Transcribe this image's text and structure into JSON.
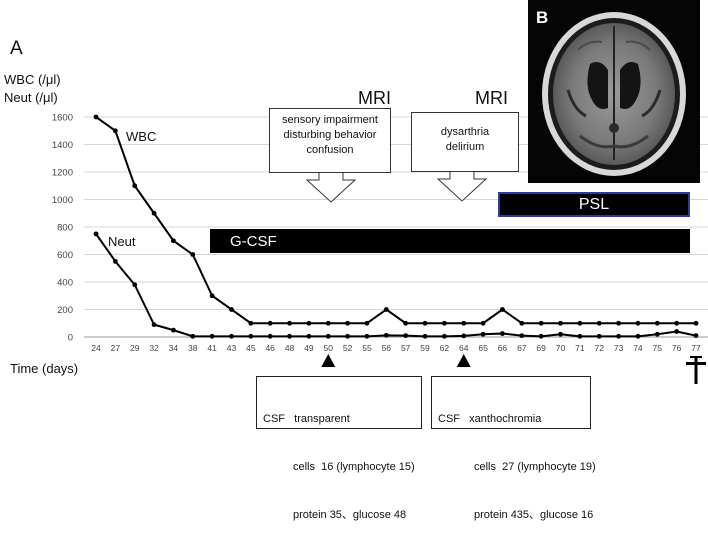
{
  "panel_a_label": "A",
  "panel_b_label": "B",
  "y_unit_wbc": "WBC (/μl)",
  "y_unit_neut": "Neut (/μl)",
  "x_axis_label": "Time (days)",
  "chart_data": {
    "type": "line",
    "title": "",
    "xlabel": "Time (days)",
    "ylabel": "WBC (/μl) / Neut (/μl)",
    "ylim": [
      0,
      1600
    ],
    "yticks": [
      0,
      200,
      400,
      600,
      800,
      1000,
      1200,
      1400,
      1600
    ],
    "categories": [
      "24",
      "27",
      "29",
      "32",
      "34",
      "38",
      "41",
      "43",
      "45",
      "46",
      "48",
      "49",
      "50",
      "52",
      "55",
      "56",
      "57",
      "59",
      "62",
      "64",
      "65",
      "66",
      "67",
      "69",
      "70",
      "71",
      "72",
      "73",
      "74",
      "75",
      "76",
      "77"
    ],
    "grid": "horizontal",
    "series": [
      {
        "name": "WBC",
        "color": "#000000",
        "values": [
          1600,
          1500,
          1100,
          900,
          700,
          600,
          300,
          200,
          100,
          100,
          100,
          100,
          100,
          100,
          100,
          200,
          100,
          100,
          100,
          100,
          100,
          200,
          100,
          100,
          100,
          100,
          100,
          100,
          100,
          100,
          100,
          100
        ]
      },
      {
        "name": "Neut",
        "color": "#000000",
        "values": [
          750,
          550,
          380,
          90,
          50,
          5,
          5,
          5,
          5,
          5,
          5,
          5,
          5,
          5,
          5,
          12,
          10,
          5,
          5,
          8,
          20,
          25,
          10,
          5,
          20,
          5,
          5,
          5,
          5,
          20,
          40,
          10
        ]
      }
    ],
    "events": [
      {
        "type": "arrow-up",
        "at": "50"
      },
      {
        "type": "arrow-up",
        "at": "64"
      },
      {
        "type": "death",
        "at": "77"
      }
    ]
  },
  "annotations": {
    "mri_1": "MRI",
    "mri_2": "MRI",
    "note_1": [
      "sensory impairment",
      "disturbing behavior",
      "confusion"
    ],
    "note_2": [
      "dysarthria",
      "delirium"
    ]
  },
  "treatments": {
    "gcsf": "G-CSF",
    "psl": "PSL"
  },
  "csf_results": [
    {
      "header": "CSF   transparent",
      "lines": [
        "cells  16 (lymphocyte 15)",
        "protein 35、glucose 48"
      ]
    },
    {
      "header": "CSF   xanthochromia",
      "lines": [
        "cells  27 (lymphocyte 19)",
        "protein 435、glucose 16"
      ]
    }
  ]
}
